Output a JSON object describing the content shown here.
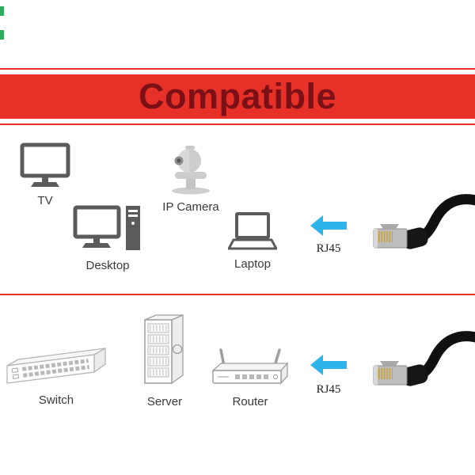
{
  "title": "Compatible",
  "colors": {
    "banner": "#e73128",
    "title": "#7b1016",
    "line": "#e73128",
    "arrow": "#2fb4e9",
    "icon_dark": "#5b5b5b",
    "icon_light": "#9e9e9e",
    "cable": "#101010"
  },
  "rows": [
    {
      "devices": [
        {
          "label": "TV"
        },
        {
          "label": "IP Camera"
        },
        {
          "label": "Desktop"
        },
        {
          "label": "Laptop"
        }
      ],
      "connector_label": "RJ45"
    },
    {
      "devices": [
        {
          "label": "Switch"
        },
        {
          "label": "Server"
        },
        {
          "label": "Router"
        }
      ],
      "connector_label": "RJ45"
    }
  ]
}
